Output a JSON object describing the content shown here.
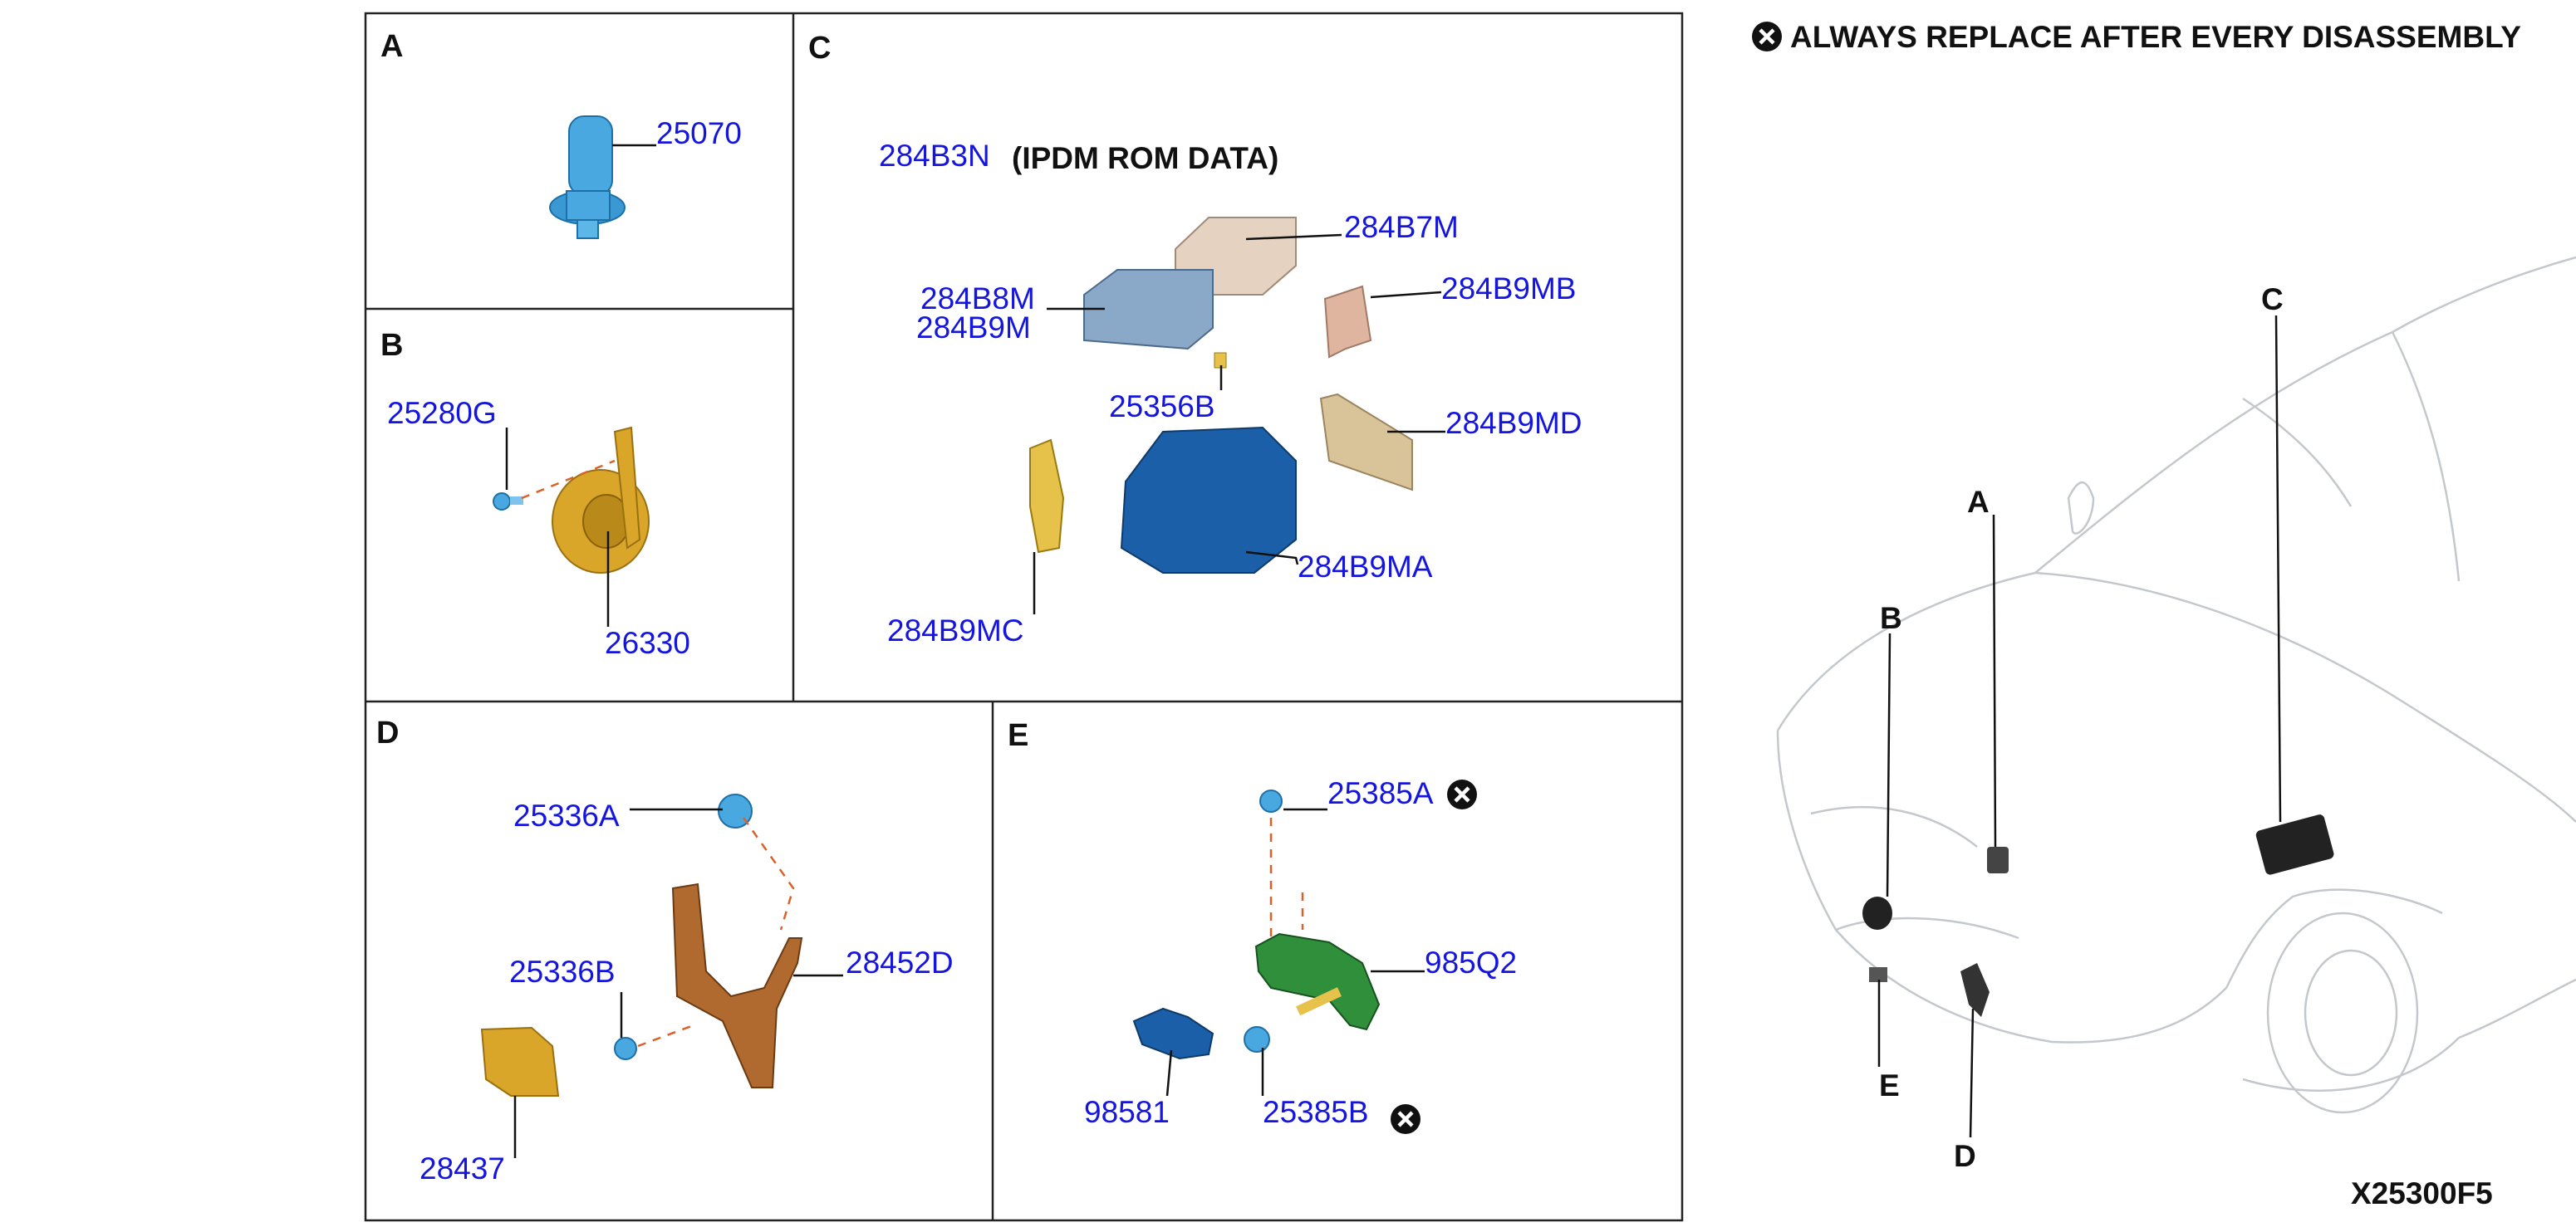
{
  "sections": {
    "A": {
      "title": "A",
      "parts": [
        "25070"
      ]
    },
    "B": {
      "title": "B",
      "parts": [
        "25280G",
        "26330"
      ]
    },
    "C": {
      "title": "C",
      "note_code": "284B3N",
      "note_text": "(IPDM ROM DATA)",
      "parts": [
        "284B7M",
        "284B8M",
        "284B9M",
        "284B9MB",
        "25356B",
        "284B9MD",
        "284B9MA",
        "284B9MC"
      ]
    },
    "D": {
      "title": "D",
      "parts": [
        "25336A",
        "28452D",
        "25336B",
        "28437"
      ]
    },
    "E": {
      "title": "E",
      "parts": [
        "25385A",
        "985Q2",
        "98581",
        "25385B"
      ]
    }
  },
  "legend": {
    "icon": "x-circle-icon",
    "text": "ALWAYS REPLACE AFTER EVERY DISASSEMBLY"
  },
  "car_callouts": [
    "A",
    "B",
    "C",
    "D",
    "E"
  ],
  "diagram_id": "X25300F5",
  "colors": {
    "label": "#1515e0",
    "leader": "#111111",
    "dash": "#d9622b",
    "part_light_blue": "#4aa8e0",
    "part_dark_blue": "#1a5fa8",
    "part_gold": "#d9a62a",
    "part_green": "#2f8f3a",
    "part_brown": "#b06a30"
  }
}
